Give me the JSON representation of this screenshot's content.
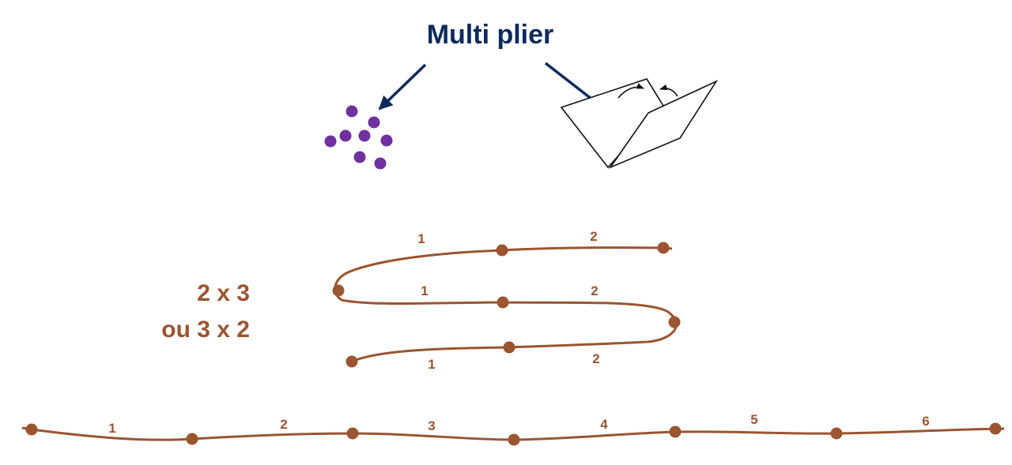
{
  "title": "Multi plier",
  "expression": {
    "line1": "2 x 3",
    "line2": "ou 3 x 2"
  },
  "zigzag_labels": [
    "1",
    "2",
    "1",
    "2",
    "1",
    "2"
  ],
  "line_labels": [
    "1",
    "2",
    "3",
    "4",
    "5",
    "6"
  ],
  "icons": {
    "dots": "dots-cluster-icon",
    "fold": "folded-paper-icon"
  },
  "colors": {
    "title": "#0d2a5c",
    "brown": "#9b5530",
    "dots": "#7030a0",
    "arrow": "#0d2a5c"
  }
}
